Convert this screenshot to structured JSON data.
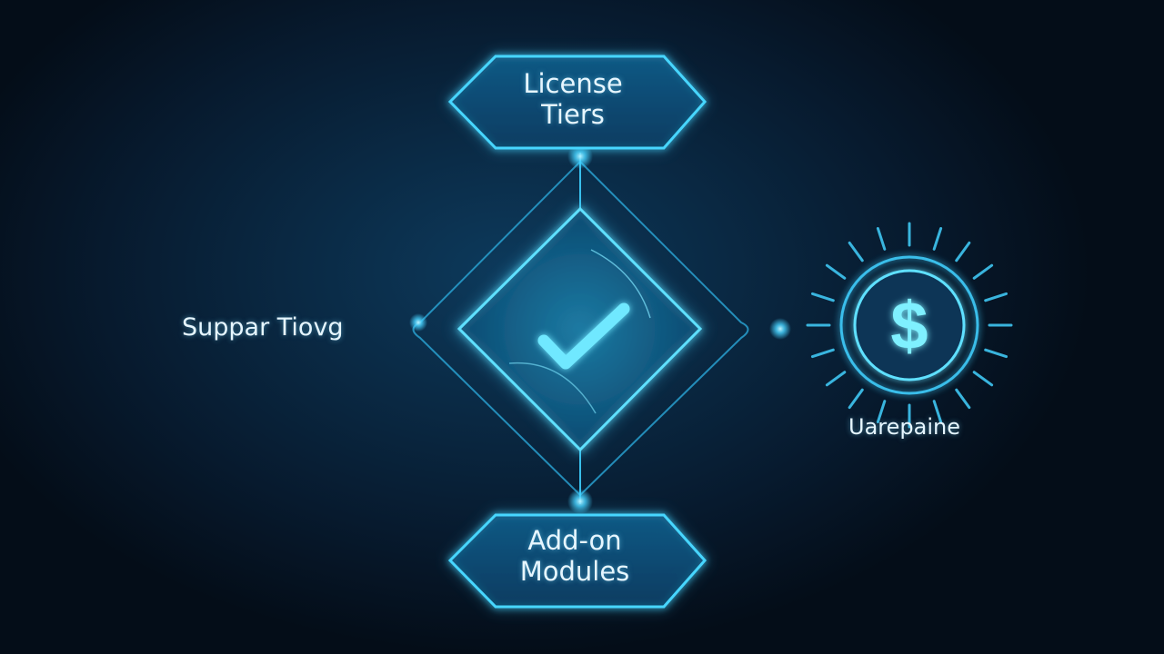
{
  "diagram": {
    "top_node": {
      "line1": "License",
      "line2": "Tiers"
    },
    "bottom_node": {
      "line1": "Add-on",
      "line2": "Modules"
    },
    "left_label": "Suppar Tiovg",
    "right_label": "Uarepaine",
    "center_icon": "checkmark-icon",
    "right_icon": "dollar-sign-icon"
  },
  "colors": {
    "background": "#071a2e",
    "glow": "#3fd0ff",
    "line": "#2aa8d8",
    "text": "#e6f6ff"
  }
}
